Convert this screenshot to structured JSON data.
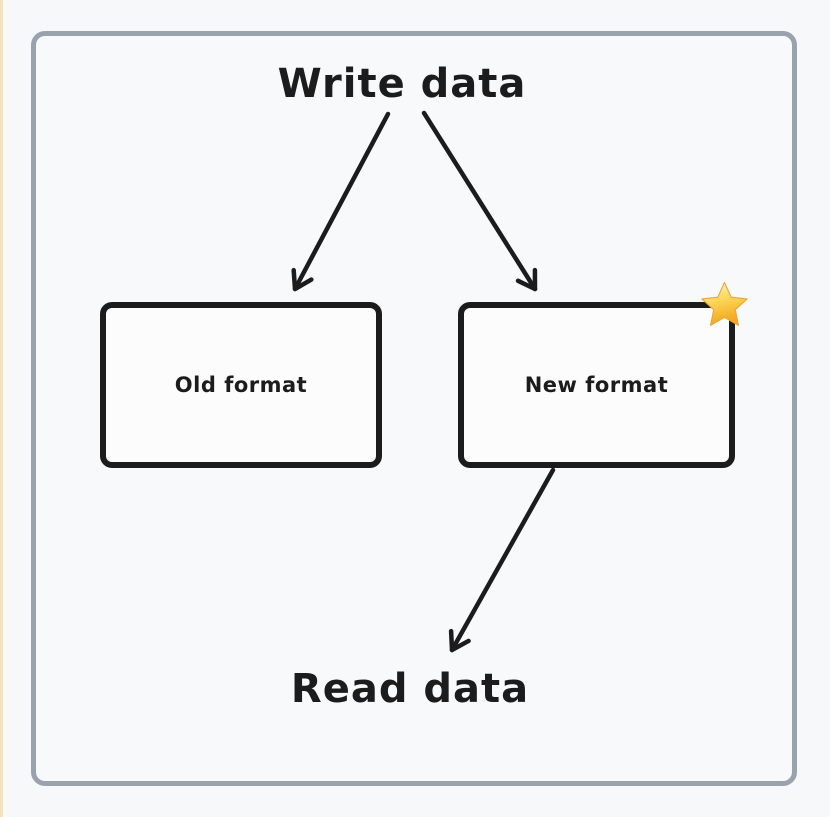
{
  "diagram": {
    "write_label": "Write data",
    "read_label": "Read data",
    "nodes": [
      {
        "id": "old",
        "label": "Old format"
      },
      {
        "id": "new",
        "label": "New format",
        "badge": "star-emoji"
      }
    ],
    "edges": [
      {
        "from": "write-data-label",
        "to": "old-format-node"
      },
      {
        "from": "write-data-label",
        "to": "new-format-node"
      },
      {
        "from": "new-format-node",
        "to": "read-data-label"
      }
    ],
    "colors": {
      "canvas_background": "#f7f8fa",
      "frame_border": "#9aa2ad",
      "shape_stroke": "#1c1c1c",
      "node_fill": "#fcfcfd",
      "star_gold": "#f2a71d",
      "left_edge_strip": "#f5e1ba"
    }
  }
}
